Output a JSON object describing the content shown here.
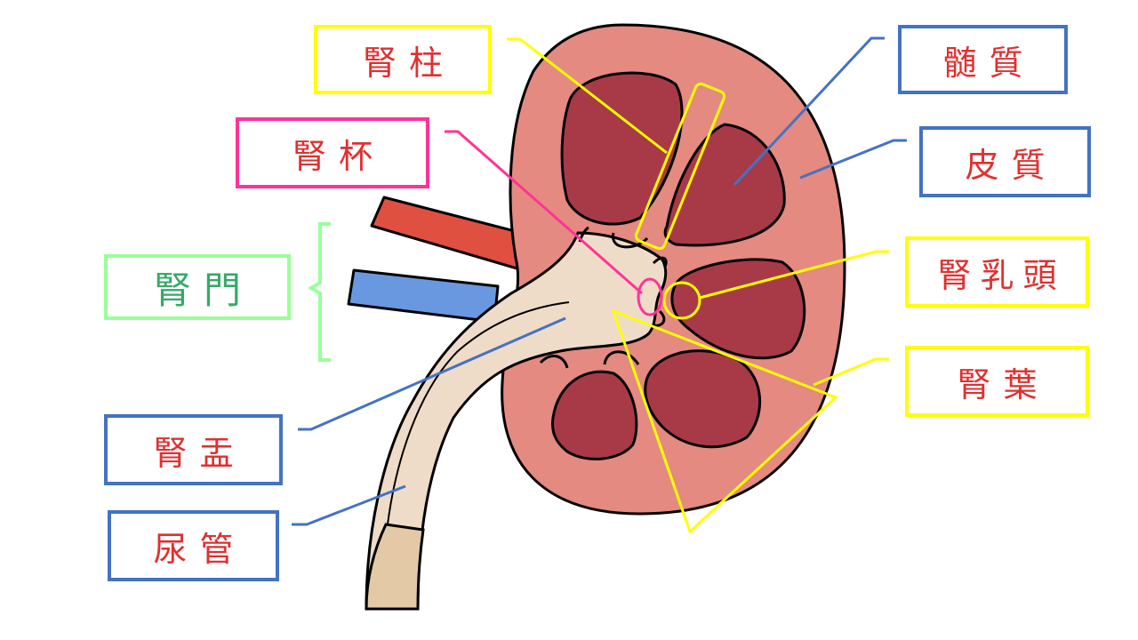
{
  "colors": {
    "blue": "#4472c4",
    "yellow": "#ffff00",
    "pink": "#ff3399",
    "green": "#99ff99",
    "text_red": "#e03030",
    "text_green": "#33aa66",
    "cortex": "#e48a80",
    "medulla": "#a83a48",
    "pelvis": "#efdcc8",
    "ureter_lower": "#e3c9a6",
    "artery": "#e05040",
    "vein": "#6a98e0"
  },
  "labels": {
    "renal_column": "腎柱",
    "medulla": "髄質",
    "renal_calyx": "腎杯",
    "cortex": "皮質",
    "renal_hilum": "腎門",
    "renal_papilla": "腎乳頭",
    "renal_lobe": "腎葉",
    "renal_pelvis": "腎盂",
    "ureter": "尿管"
  }
}
